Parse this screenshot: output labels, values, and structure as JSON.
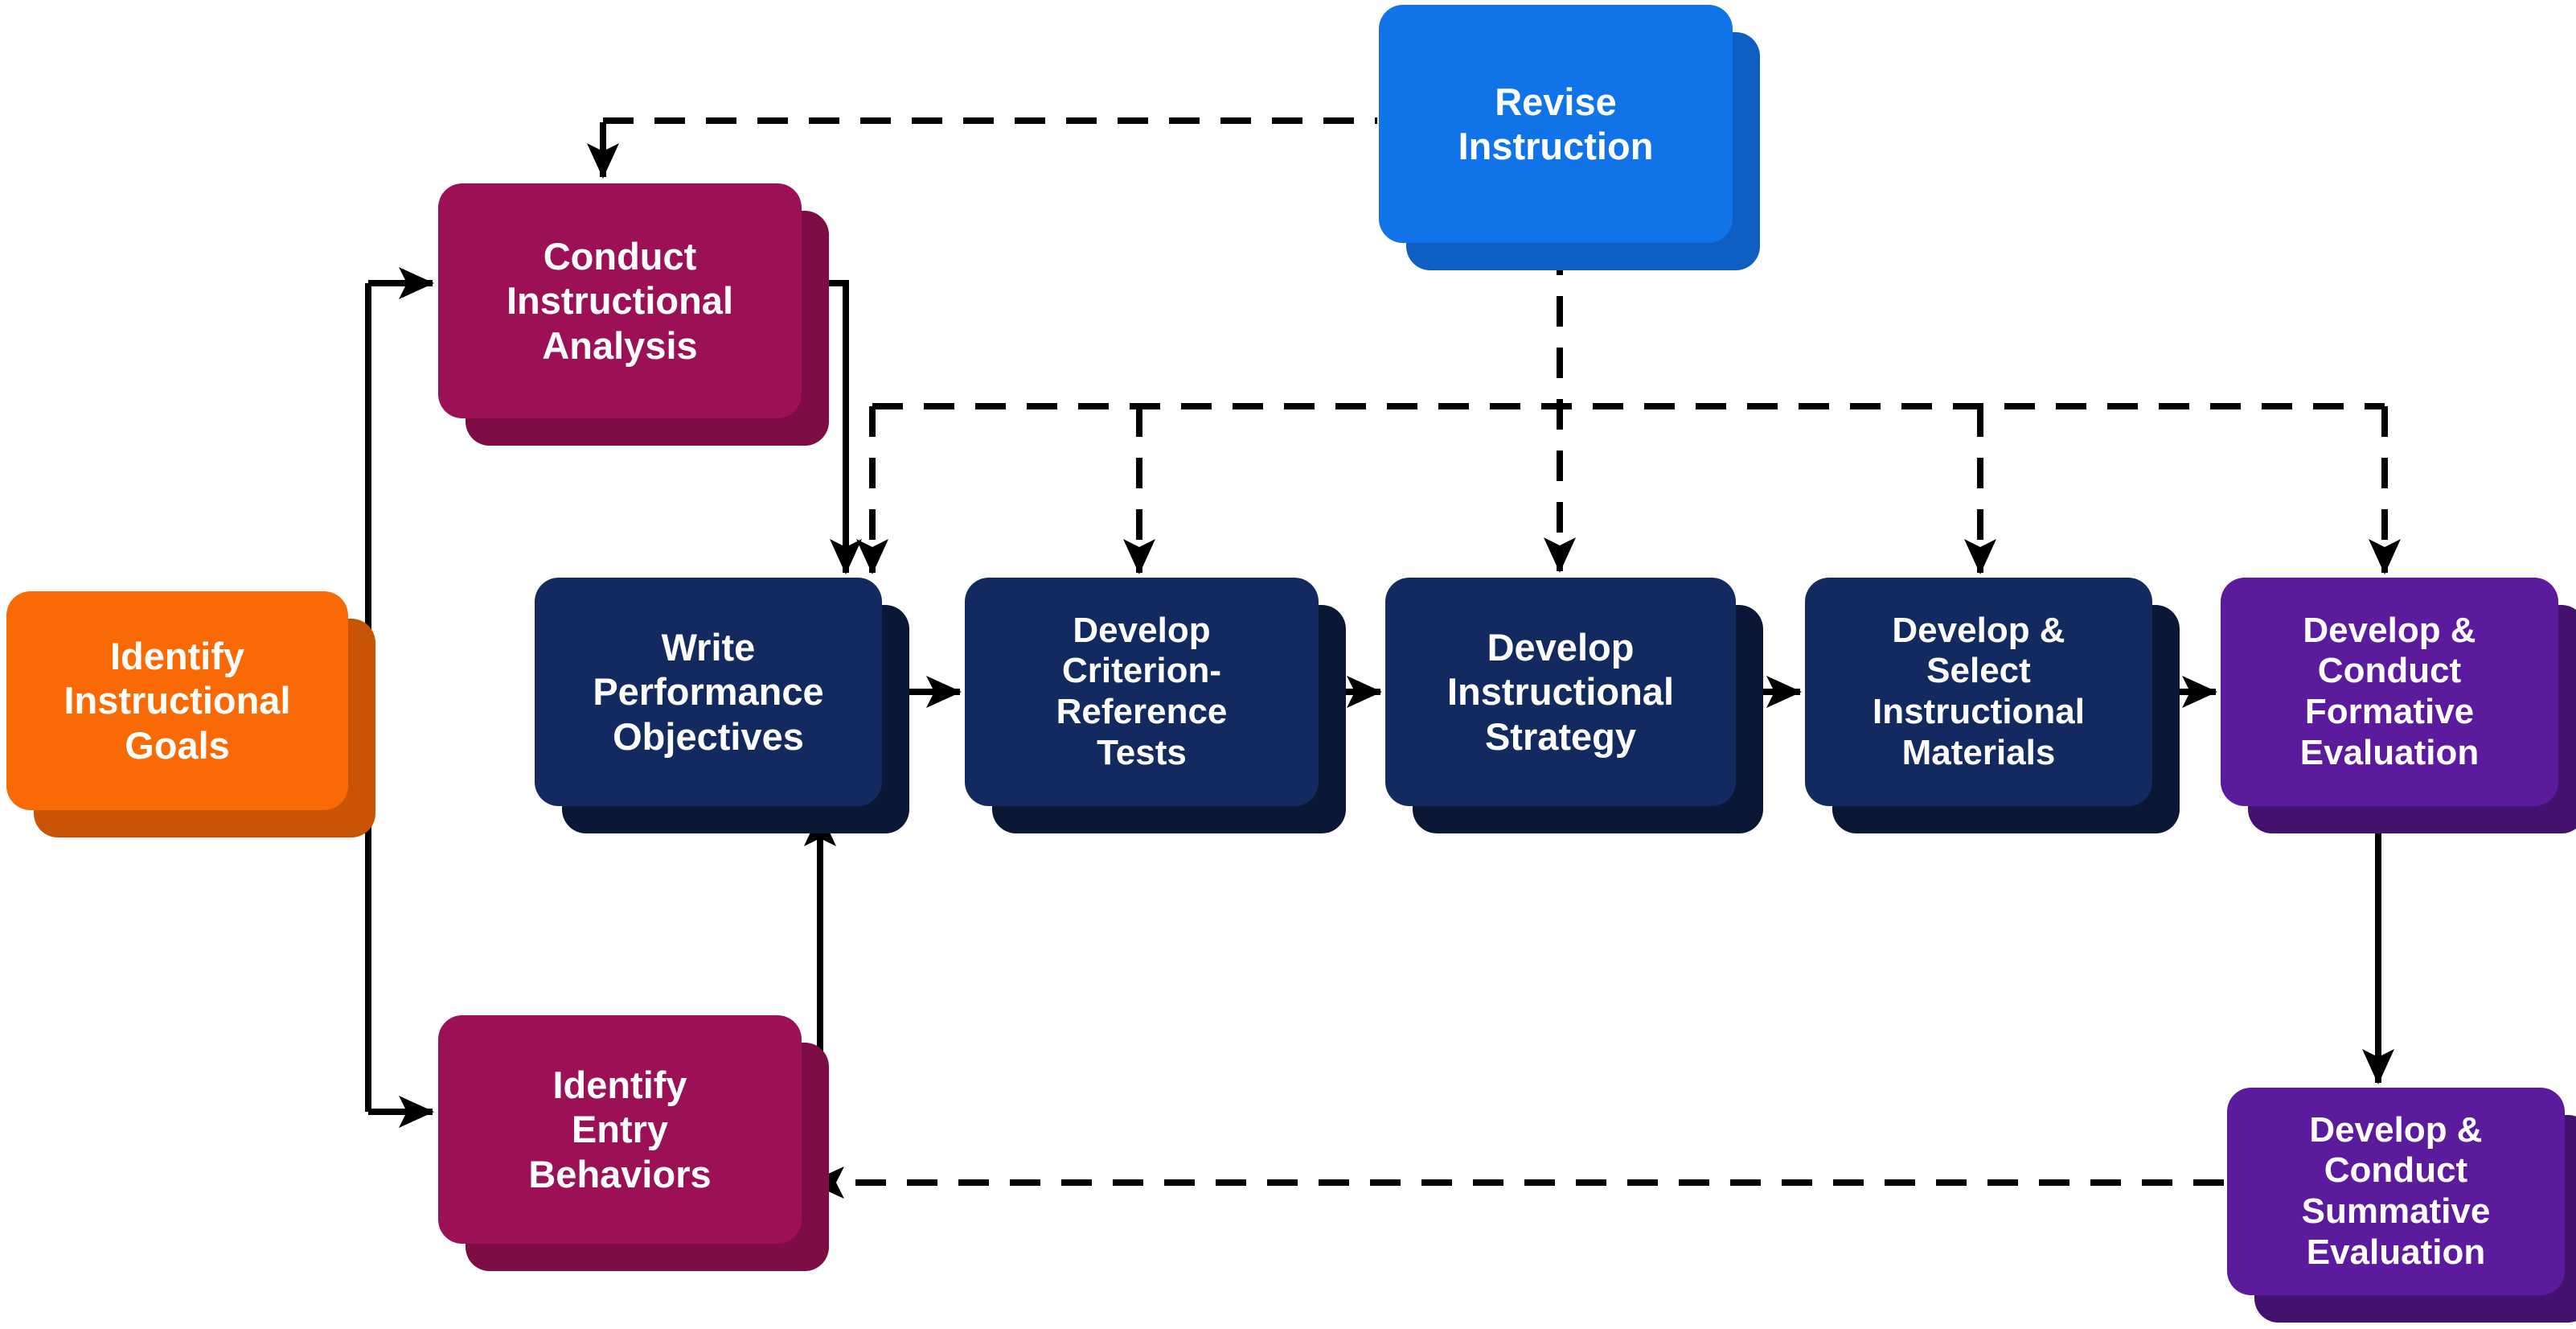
{
  "diagram": {
    "type": "flowchart",
    "nodes": [
      {
        "id": "goals",
        "label": "Identify\nInstructional\nGoals",
        "fill": "#FA6A04",
        "shadow": "#C95405"
      },
      {
        "id": "conduct",
        "label": "Conduct\nInstructional\nAnalysis",
        "fill": "#9C1056",
        "shadow": "#7E0C45"
      },
      {
        "id": "entry",
        "label": "Identify\nEntry\nBehaviors",
        "fill": "#9C1056",
        "shadow": "#7E0C45"
      },
      {
        "id": "write",
        "label": "Write\nPerformance\nObjectives",
        "fill": "#132A60",
        "shadow": "#0A1836"
      },
      {
        "id": "criterion",
        "label": "Develop\nCriterion-\nReference\nTests",
        "fill": "#132A60",
        "shadow": "#0A1836"
      },
      {
        "id": "strategy",
        "label": "Develop\nInstructional\nStrategy",
        "fill": "#132A60",
        "shadow": "#0A1836"
      },
      {
        "id": "materials",
        "label": "Develop &\nSelect\nInstructional\nMaterials",
        "fill": "#132A60",
        "shadow": "#0A1836"
      },
      {
        "id": "formative",
        "label": "Develop &\nConduct\nFormative\nEvaluation",
        "fill": "#5C1A9D",
        "shadow": "#43126F"
      },
      {
        "id": "summative",
        "label": "Develop &\nConduct\nSummative\nEvaluation",
        "fill": "#5C1A9D",
        "shadow": "#43126F"
      },
      {
        "id": "revise",
        "label": "Revise\nInstruction",
        "fill": "#1173E8",
        "shadow": "#0F5FC2"
      }
    ],
    "edges": {
      "solid": [
        [
          "goals",
          "conduct"
        ],
        [
          "goals",
          "entry"
        ],
        [
          "conduct",
          "write"
        ],
        [
          "entry",
          "write"
        ],
        [
          "write",
          "criterion"
        ],
        [
          "criterion",
          "strategy"
        ],
        [
          "strategy",
          "materials"
        ],
        [
          "materials",
          "formative"
        ],
        [
          "formative",
          "summative"
        ]
      ],
      "dashed": [
        [
          "revise",
          "conduct"
        ],
        [
          "revise",
          "write"
        ],
        [
          "revise",
          "criterion"
        ],
        [
          "revise",
          "strategy"
        ],
        [
          "revise",
          "materials"
        ],
        [
          "revise",
          "formative"
        ],
        [
          "summative",
          "entry"
        ]
      ]
    },
    "colors": {
      "line": "#000000",
      "text": "#ffffff",
      "background": "#ffffff"
    }
  }
}
